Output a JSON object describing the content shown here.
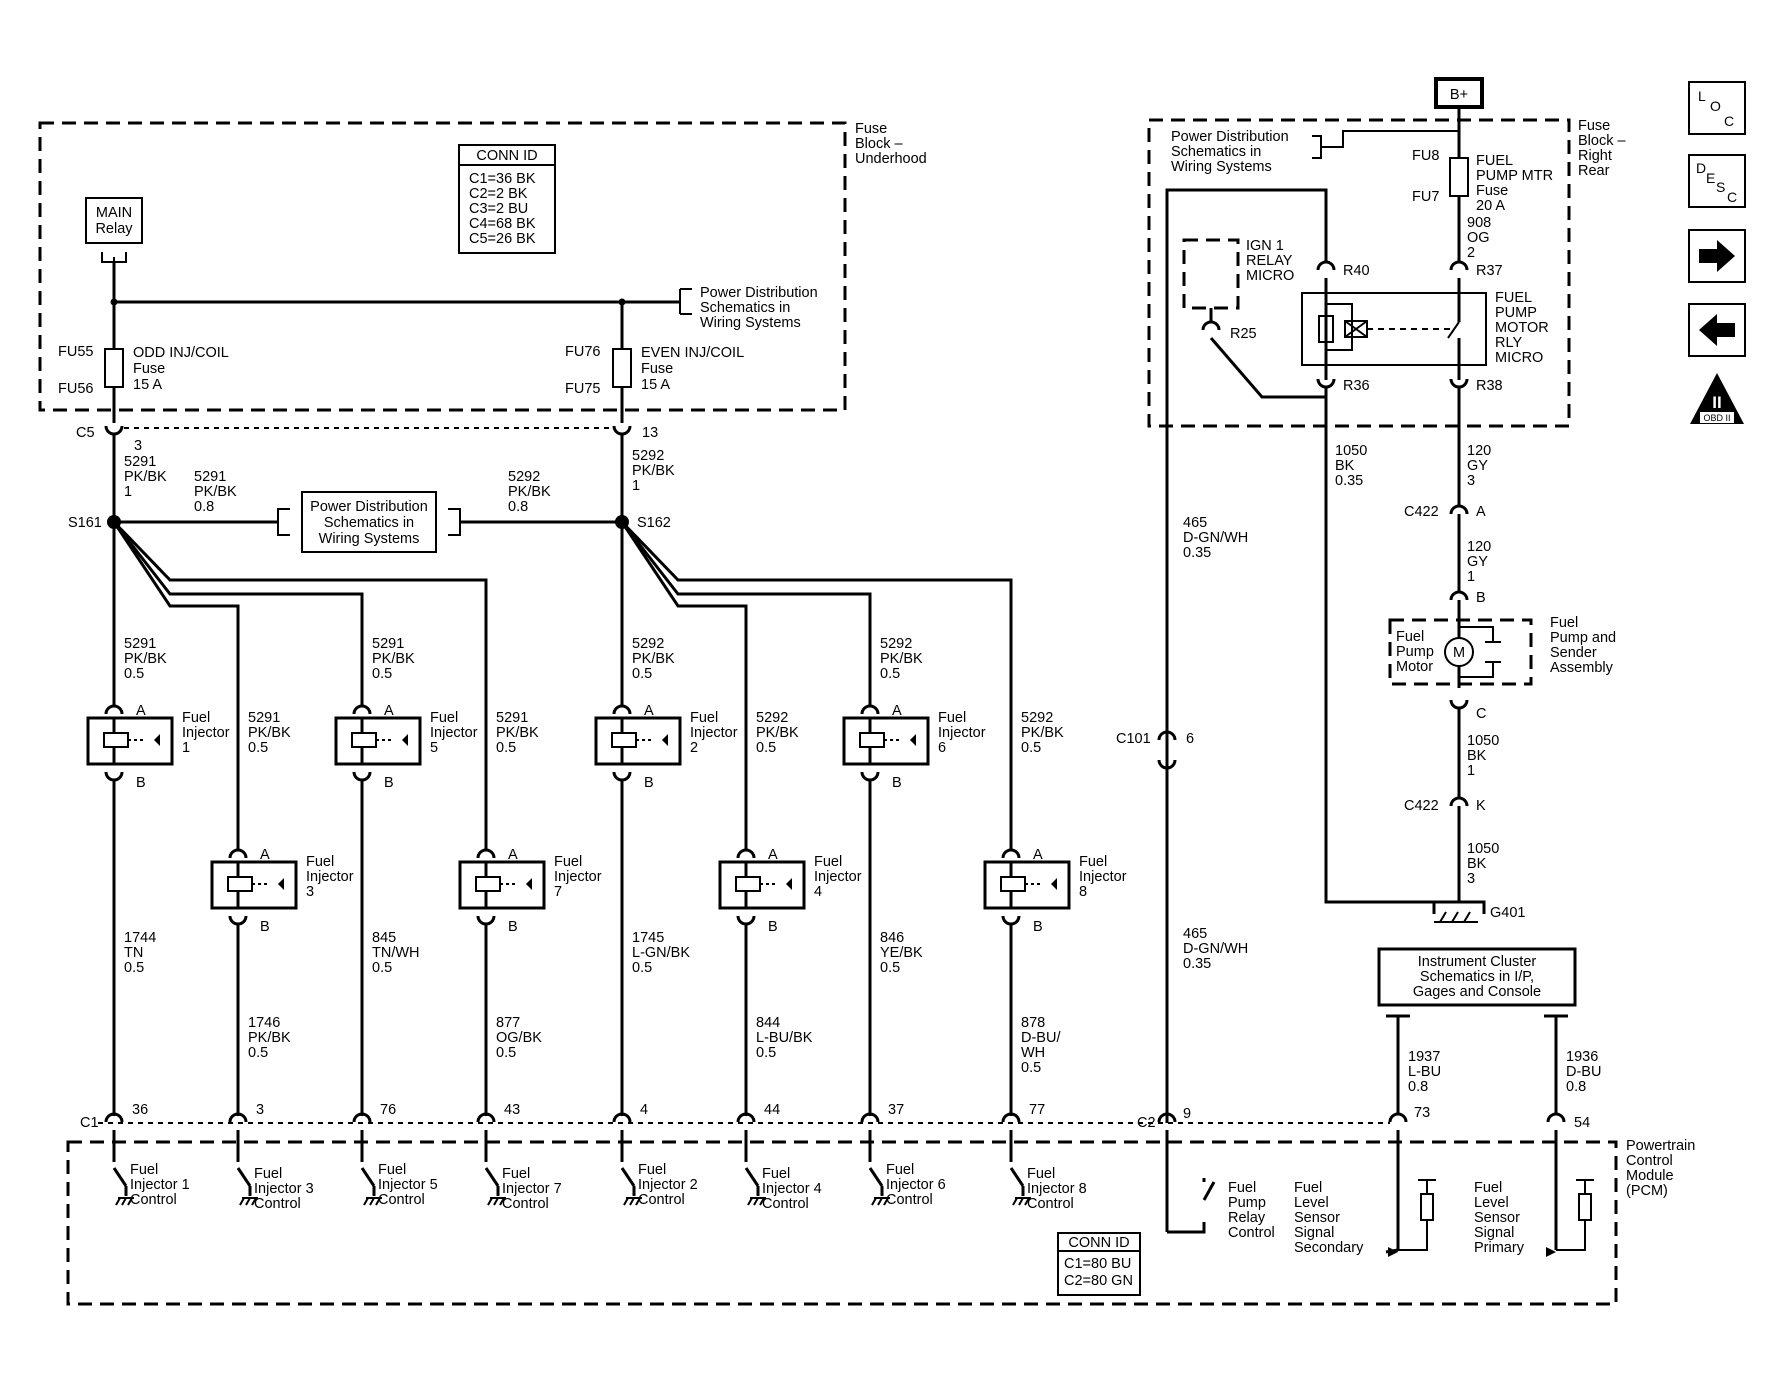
{
  "nav": {
    "loc": {
      "l1": "L",
      "l2": "O",
      "l3": "C"
    },
    "desc": {
      "l1": "D",
      "l2": "E",
      "l3": "S",
      "l4": "C"
    },
    "obd": "OBD II",
    "obd_mark": "II"
  },
  "underhood": {
    "title": [
      "Fuse",
      "Block –",
      "Underhood"
    ],
    "conn_title": "CONN ID",
    "conn": [
      "C1=36 BK",
      "C2=2 BK",
      "C3=2 BU",
      "C4=68 BK",
      "C5=26 BK"
    ],
    "main_relay": [
      "MAIN",
      "Relay"
    ],
    "pd_top": [
      "Power Distribution",
      "Schematics in",
      "Wiring Systems"
    ],
    "fuse_odd": {
      "top": "FU55",
      "bot": "FU56",
      "name": "ODD INJ/COIL",
      "type": "Fuse",
      "amp": "15 A"
    },
    "fuse_even": {
      "top": "FU76",
      "bot": "FU75",
      "name": "EVEN INJ/COIL",
      "type": "Fuse",
      "amp": "15 A"
    }
  },
  "c5": {
    "label": "C5",
    "pin_odd": "3",
    "pin_even": "13"
  },
  "wire_odd_top": [
    "5291",
    "PK/BK",
    "1"
  ],
  "wire_even_top": [
    "5292",
    "PK/BK",
    "1"
  ],
  "pd_mid": [
    "Power Distribution",
    "Schematics in",
    "Wiring Systems"
  ],
  "wire_odd_mid": [
    "5291",
    "PK/BK",
    "0.8"
  ],
  "wire_even_mid": [
    "5292",
    "PK/BK",
    "0.8"
  ],
  "splices": {
    "left": "S161",
    "right": "S162"
  },
  "injectors": [
    {
      "name": [
        "Fuel",
        "Injector",
        "1"
      ],
      "feed": [
        "5291",
        "PK/BK",
        "0.5"
      ],
      "out": [
        "1744",
        "TN",
        "0.5"
      ],
      "pin": "36",
      "ctrl": [
        "Fuel",
        "Injector 1",
        "Control"
      ]
    },
    {
      "name": [
        "Fuel",
        "Injector",
        "3"
      ],
      "feed": [
        "5291",
        "PK/BK",
        "0.5"
      ],
      "out": [
        "1746",
        "PK/BK",
        "0.5"
      ],
      "pin": "3",
      "ctrl": [
        "Fuel",
        "Injector 3",
        "Control"
      ]
    },
    {
      "name": [
        "Fuel",
        "Injector",
        "5"
      ],
      "feed": [
        "5291",
        "PK/BK",
        "0.5"
      ],
      "out": [
        "845",
        "TN/WH",
        "0.5"
      ],
      "pin": "76",
      "ctrl": [
        "Fuel",
        "Injector 5",
        "Control"
      ]
    },
    {
      "name": [
        "Fuel",
        "Injector",
        "7"
      ],
      "feed": [
        "5291",
        "PK/BK",
        "0.5"
      ],
      "out": [
        "877",
        "OG/BK",
        "0.5"
      ],
      "pin": "43",
      "ctrl": [
        "Fuel",
        "Injector 7",
        "Control"
      ]
    },
    {
      "name": [
        "Fuel",
        "Injector",
        "2"
      ],
      "feed": [
        "5292",
        "PK/BK",
        "0.5"
      ],
      "out": [
        "1745",
        "L-GN/BK",
        "0.5"
      ],
      "pin": "4",
      "ctrl": [
        "Fuel",
        "Injector 2",
        "Control"
      ]
    },
    {
      "name": [
        "Fuel",
        "Injector",
        "4"
      ],
      "feed": [
        "5292",
        "PK/BK",
        "0.5"
      ],
      "out": [
        "844",
        "L-BU/BK",
        "0.5"
      ],
      "pin": "44",
      "ctrl": [
        "Fuel",
        "Injector 4",
        "Control"
      ]
    },
    {
      "name": [
        "Fuel",
        "Injector",
        "6"
      ],
      "feed": [
        "5292",
        "PK/BK",
        "0.5"
      ],
      "out": [
        "846",
        "YE/BK",
        "0.5"
      ],
      "pin": "37",
      "ctrl": [
        "Fuel",
        "Injector 6",
        "Control"
      ]
    },
    {
      "name": [
        "Fuel",
        "Injector",
        "8"
      ],
      "feed": [
        "5292",
        "PK/BK",
        "0.5"
      ],
      "out": [
        "878",
        "D-BU/",
        "WH",
        "0.5"
      ],
      "pin": "77",
      "ctrl": [
        "Fuel",
        "Injector 8",
        "Control"
      ]
    }
  ],
  "pin_a": "A",
  "pin_b": "B",
  "rear": {
    "bplus": "B+",
    "title": [
      "Fuse",
      "Block –",
      "Right",
      "Rear"
    ],
    "pd": [
      "Power Distribution",
      "Schematics in",
      "Wiring Systems"
    ],
    "fu8": "FU8",
    "fu7": "FU7",
    "fuse": [
      "FUEL",
      "PUMP MTR",
      "Fuse",
      "20 A"
    ],
    "wire_908": [
      "908",
      "OG",
      "2"
    ],
    "ign": [
      "IGN 1",
      "RELAY",
      "MICRO"
    ],
    "r25": "R25",
    "r40": "R40",
    "r37": "R37",
    "r36": "R36",
    "r38": "R38",
    "relay": [
      "FUEL",
      "PUMP",
      "MOTOR",
      "RLY",
      "MICRO"
    ]
  },
  "wire_1050_a": [
    "1050",
    "BK",
    "0.35"
  ],
  "wire_120_a": [
    "120",
    "GY",
    "3"
  ],
  "c422a": {
    "label": "C422",
    "pin": "A"
  },
  "wire_120_b": [
    "120",
    "GY",
    "1"
  ],
  "pin_pump_b": "B",
  "pump": {
    "left": [
      "Fuel",
      "Pump",
      "Motor"
    ],
    "right": [
      "Fuel",
      "Pump and",
      "Sender",
      "Assembly"
    ],
    "m": "M"
  },
  "pin_pump_c": "C",
  "wire_1050_b": [
    "1050",
    "BK",
    "1"
  ],
  "c422k": {
    "label": "C422",
    "pin": "K"
  },
  "wire_1050_c": [
    "1050",
    "BK",
    "3"
  ],
  "g401": "G401",
  "wire_465_a": [
    "465",
    "D-GN/WH",
    "0.35"
  ],
  "c101": {
    "label": "C101",
    "pin": "6"
  },
  "wire_465_b": [
    "465",
    "D-GN/WH",
    "0.35"
  ],
  "cluster": [
    "Instrument Cluster",
    "Schematics in I/P,",
    "Gages and Console"
  ],
  "wire_1937": [
    "1937",
    "L-BU",
    "0.8"
  ],
  "wire_1936": [
    "1936",
    "D-BU",
    "0.8"
  ],
  "c1": {
    "label": "C1"
  },
  "c2": {
    "label": "C2",
    "pin_9": "9",
    "pin_73": "73",
    "pin_54": "54"
  },
  "pcm": {
    "title": [
      "Powertrain",
      "Control",
      "Module",
      "(PCM)"
    ],
    "relay_ctrl": [
      "Fuel",
      "Pump",
      "Relay",
      "Control"
    ],
    "sec": [
      "Fuel",
      "Level",
      "Sensor",
      "Signal",
      "Secondary"
    ],
    "pri": [
      "Fuel",
      "Level",
      "Sensor",
      "Signal",
      "Primary"
    ],
    "conn_title": "CONN ID",
    "conn": [
      "C1=80 BU",
      "C2=80 GN"
    ]
  }
}
